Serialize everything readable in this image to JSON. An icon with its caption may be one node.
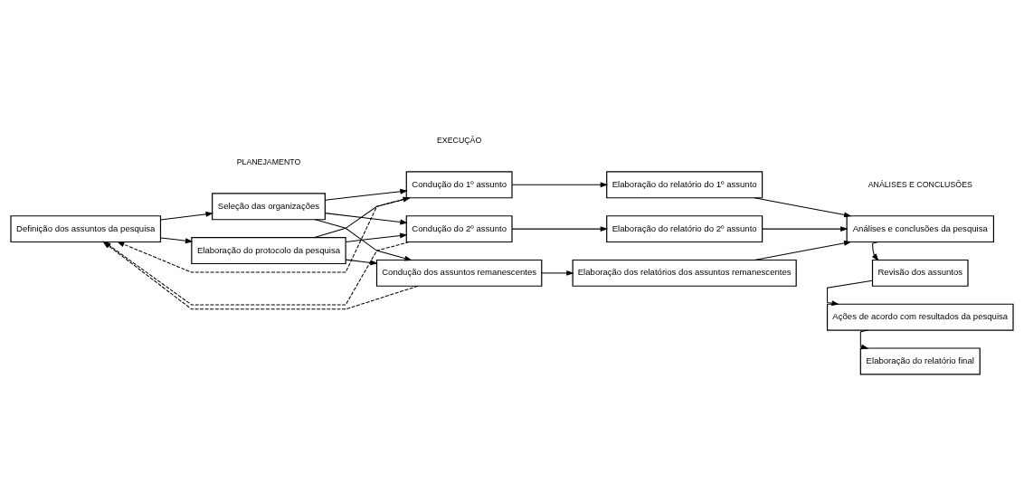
{
  "diagram": {
    "nodes": [
      {
        "text": [
          "Definição dos assuntos da pesquisa"
        ]
      },
      {
        "text": [
          "Seleção das organizações"
        ]
      },
      {
        "text": [
          "Elaboração do protocolo da pesquisa"
        ]
      },
      {
        "text": [
          "Condução do 1º assunto"
        ]
      },
      {
        "text": [
          "Condução do 2º assunto"
        ]
      },
      {
        "text": [
          "Condução dos assuntos remanescentes"
        ]
      },
      {
        "text": [
          "Elaboração do relatório do 1º assunto"
        ]
      },
      {
        "text": [
          "Elaboração do relatório do 2º assunto"
        ]
      },
      {
        "text": [
          "Elaboração dos relatórios dos assuntos remanescentes"
        ]
      },
      {
        "text": [
          "Análises e conclusões da pesquisa"
        ]
      },
      {
        "text": [
          "Revisão dos assuntos"
        ]
      },
      {
        "text": [
          "Ações de acordo com resultados da pesquisa"
        ]
      },
      {
        "text": [
          "Elaboração do relatório final"
        ]
      }
    ],
    "edges": [
      {
        "from": 0,
        "to": 1,
        "arrow": "to"
      },
      {
        "from": 0,
        "to": 2,
        "arrow": "to"
      },
      {
        "from": 1,
        "to": 3,
        "arrow": "to"
      },
      {
        "from": 1,
        "to": 4,
        "arrow": "to"
      },
      {
        "from": 1,
        "to": 5,
        "arrow": "to"
      },
      {
        "from": 2,
        "to": 3,
        "arrow": "to"
      },
      {
        "from": 2,
        "to": 4,
        "arrow": "to"
      },
      {
        "from": 2,
        "to": 5,
        "arrow": "to"
      },
      {
        "from": 3,
        "to": 6,
        "arrow": "to"
      },
      {
        "from": 4,
        "to": 7,
        "arrow": "to"
      },
      {
        "from": 5,
        "to": 8,
        "arrow": "to"
      },
      {
        "from": 6,
        "to": 9,
        "arrow": "to"
      },
      {
        "from": 7,
        "to": 9,
        "arrow": "to"
      },
      {
        "from": 8,
        "to": 9,
        "arrow": "to"
      },
      {
        "from": 9,
        "to": 10,
        "arrow": "to"
      },
      {
        "from": 10,
        "to": 11,
        "arrow": "to"
      },
      {
        "from": 11,
        "to": 12,
        "arrow": "to"
      },
      {
        "from": 3,
        "to": 0,
        "arrow": "to",
        "style": "dashed"
      },
      {
        "from": 4,
        "to": 0,
        "arrow": "to",
        "style": "dashed"
      },
      {
        "from": 5,
        "to": 0,
        "arrow": "to",
        "style": "dashed"
      }
    ],
    "labels": [
      "PLANEJAMENTO",
      "EXECUÇÃO",
      "ANÁLISES E CONCLUSÕES"
    ]
  }
}
